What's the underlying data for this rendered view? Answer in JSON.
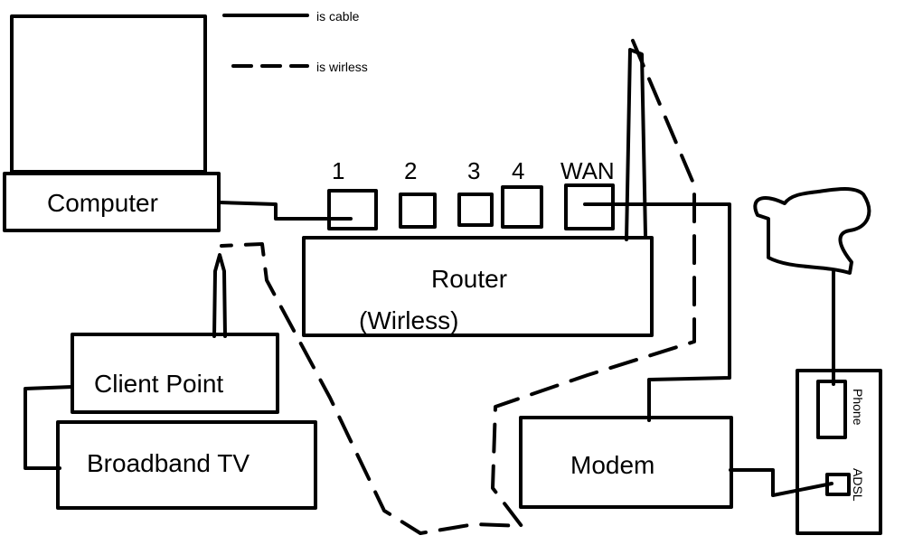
{
  "legend": {
    "cable": "is  cable",
    "wireless": "is  wirless"
  },
  "computer": {
    "label": "Computer"
  },
  "router": {
    "label": "Router",
    "sublabel": "(Wirless)"
  },
  "ports": [
    "1",
    "2",
    "3",
    "4",
    "WAN"
  ],
  "client_point": {
    "label": "Client Point"
  },
  "broadband_tv": {
    "label": "Broadband TV"
  },
  "modem": {
    "label": "Modem"
  },
  "wall_outlet": {
    "phone": "Phone",
    "adsl": "ADSL"
  },
  "colors": {
    "ink": "#000000",
    "background": "#ffffff"
  }
}
